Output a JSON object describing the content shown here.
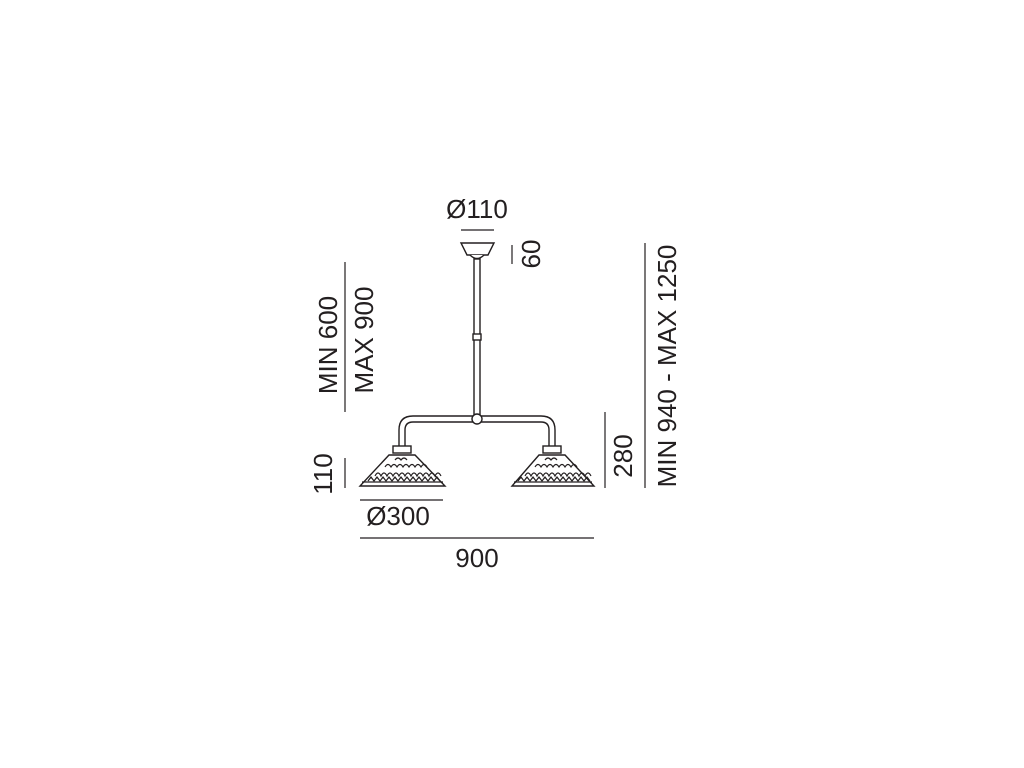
{
  "dimensions": {
    "canopy_diameter": "Ø110",
    "canopy_height": "60",
    "rod_length": "MIN 600",
    "rod_length_max": "MAX 900",
    "shade_height": "110",
    "shade_diameter": "Ø300",
    "total_width": "900",
    "arm_height": "280",
    "total_height": "MIN 940 - MAX 1250"
  }
}
